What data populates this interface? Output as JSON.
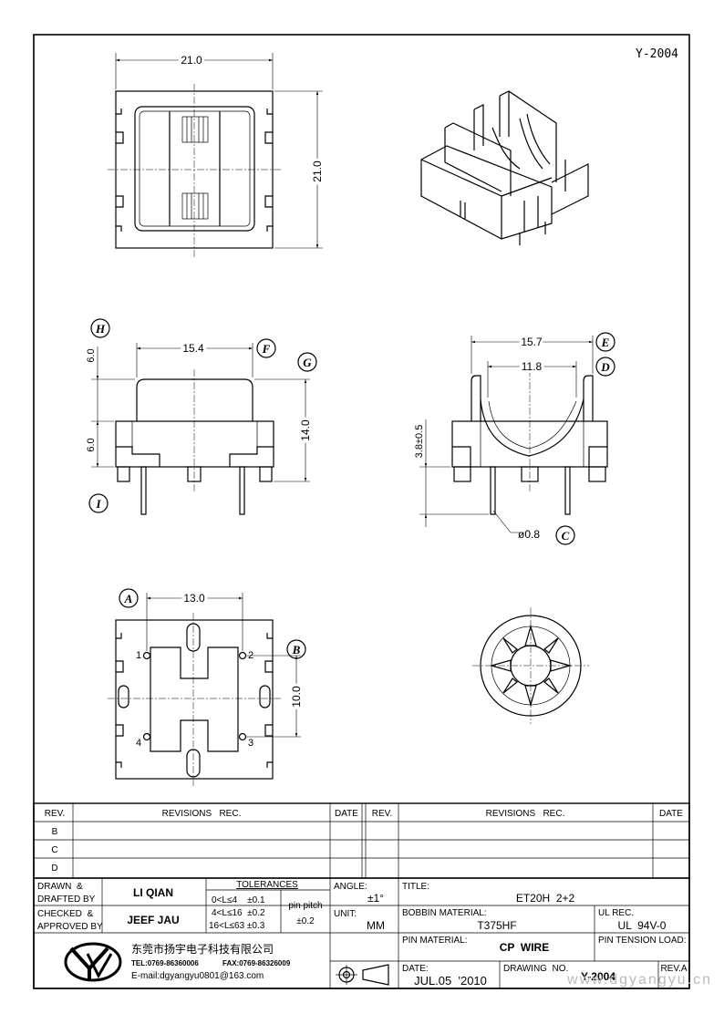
{
  "drawing_no_top": "Y-2004",
  "dims": {
    "top_w": "21.0",
    "top_h": "21.0",
    "front_top": "15.4",
    "front_h1": "6.0",
    "front_h2": "6.0",
    "front_total": "14.0",
    "side_outer": "15.7",
    "side_inner": "11.8",
    "side_pin": "3.8±0.5",
    "pin_dia": "ø0.8",
    "bottom_w": "13.0",
    "bottom_h": "10.0"
  },
  "callouts": {
    "A": "A",
    "B": "B",
    "C": "C",
    "D": "D",
    "E": "E",
    "F": "F",
    "G": "G",
    "H": "H",
    "I": "I"
  },
  "pins": {
    "p1": "1",
    "p2": "2",
    "p3": "3",
    "p4": "4"
  },
  "rev_table": {
    "rev_header": "REV.",
    "revisions_header": "REVISIONS   REC.",
    "date_header": "DATE",
    "rows": [
      "B",
      "C",
      "D"
    ]
  },
  "title_block": {
    "drawn_by_label": "DRAWN  &",
    "drafted_by_label": "DRAFTED BY",
    "drawn_by": "LI QIAN",
    "checked_label": "CHECKED  &",
    "approved_label": "APPROVED BY",
    "checked_by": "JEEF JAU",
    "tolerances_label": "TOLERANCES",
    "tol1": "0<L≤4    ±0.1",
    "tol2": "4<L≤16  ±0.2",
    "tol3": "16<L≤63 ±0.3",
    "pin_pitch_label": "pin pitch",
    "pin_pitch": "±0.2",
    "angle_label": "ANGLE:",
    "angle": "±1°",
    "unit_label": "UNIT:",
    "unit": "MM",
    "title_label": "TITLE:",
    "title": "ET20H  2+2",
    "bobbin_label": "BOBBIN MATERIAL:",
    "bobbin": "T375HF",
    "ul_label": "UL REC.",
    "ul": "UL  94V-0",
    "pin_mat_label": "PIN MATERIAL:",
    "pin_mat": "CP  WIRE",
    "pin_tension_label": "PIN TENSION LOAD:",
    "date_label": "DATE:",
    "date": "JUL.05  '2010",
    "drawing_no_label": "DRAWING  NO.",
    "drawing_no": "Y-2004",
    "rev_label": "REV.A",
    "company": "东莞市扬宇电子科技有限公司",
    "tel": "TEL:0769-86360006",
    "fax": "FAX:0769-86326009",
    "email": "E-mail:dgyangyu0801@163.com",
    "watermark": "www.dgyangyu.cn"
  }
}
